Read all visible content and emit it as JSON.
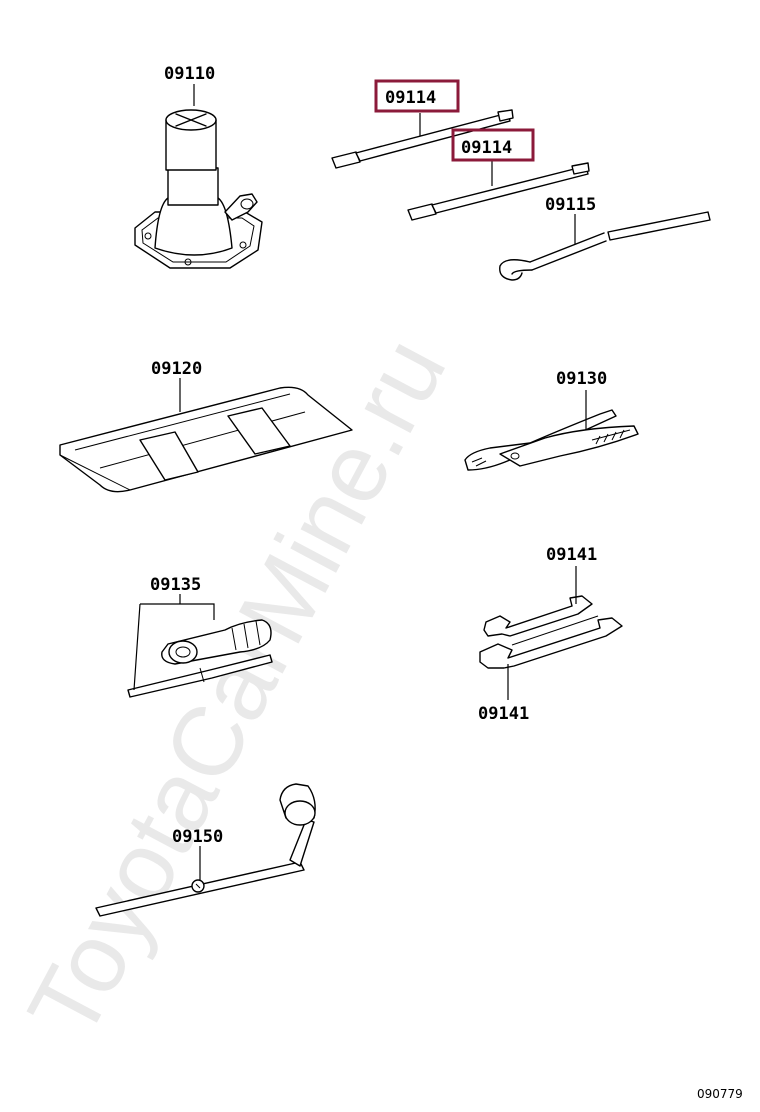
{
  "diagram": {
    "watermark": "ToyotaCarMine.ru",
    "reference_code": "090779",
    "highlight_color": "#8b1a3a",
    "parts": [
      {
        "label": "09110",
        "name": "jack",
        "highlighted": false
      },
      {
        "label": "09114",
        "name": "jack handle",
        "highlighted": true
      },
      {
        "label": "09114",
        "name": "jack handle",
        "highlighted": true
      },
      {
        "label": "09115",
        "name": "jack handle hook",
        "highlighted": false
      },
      {
        "label": "09120",
        "name": "tool bag",
        "highlighted": false
      },
      {
        "label": "09130",
        "name": "pliers",
        "highlighted": false
      },
      {
        "label": "09135",
        "name": "screwdriver",
        "highlighted": false
      },
      {
        "label": "09141",
        "name": "wrench",
        "highlighted": false
      },
      {
        "label": "09141",
        "name": "wrench",
        "highlighted": false
      },
      {
        "label": "09150",
        "name": "wheel nut wrench",
        "highlighted": false
      }
    ]
  }
}
